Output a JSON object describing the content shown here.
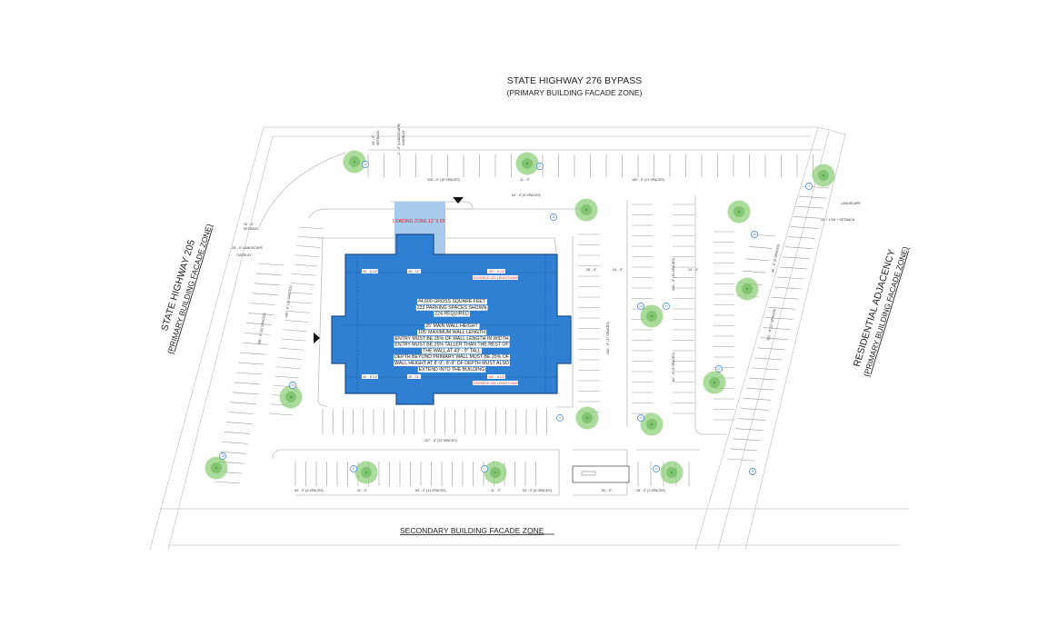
{
  "titles": {
    "top_main": "STATE HIGHWAY 276 BYPASS",
    "top_sub": "(PRIMARY BUILDING FACADE ZONE)",
    "left_main": "STATE HIGHWAY 205",
    "left_sub": "(PRIMARY BUILDING FACADE ZONE)",
    "right_main": "RESIDENTIAL ADJACENCY",
    "right_sub": "(PRIMARY BUILDING FACADE ZONE)",
    "bottom": "SECONDARY BUILDING FACADE ZONE"
  },
  "building": {
    "notes": [
      "44,600 GROSS SQUARE FEET",
      "233 PARKING SPACES SHOWN",
      "224 REQUIRED",
      "",
      "25' MAIN WALL HEIGHT",
      "105' MAXIMUM WALL LENGTH",
      "ENTRY MUST BE 25% OF WALL LENGTH IN WIDTH",
      "ENTRY MUST BE 25% TALLER THAN THE REST OF",
      "THE WALL AT 43' - 9\" TALL",
      "DEPTH BEYOND PRIMARY WALL MUST BE 25% OF",
      "WALL HEIGHT AT 8'-9\", 8'-9\" OF DEPTH MUST ALSO",
      "EXTEND INTO THE BUILDING"
    ],
    "top_length": "160' - 6 1/2\"",
    "bottom_length": "160' - 6 1/2\"",
    "exceeds_top": "EXCEEDS 105' LENGTH MAX",
    "exceeds_bottom": "EXCEEDS 105' LENGTH MAX",
    "seg_left_top": "40' - 6 1/2\"",
    "seg_mid_top": "26' - 11\"",
    "seg_left_bottom": "40' - 6 1/2\"",
    "seg_mid_bottom": "26' - 11\""
  },
  "loading_zone": "LOADING ZONE 12' X 65'",
  "dimensions": {
    "top_left": "130' - 0\" (15 SPACES)",
    "top_gap": "11' - 0\"",
    "top_right": "189' - 0\" (21 SPACES)",
    "top_setback": "15' - 0\"",
    "top_setback_lbl": "SETBACK",
    "top_landscape": "2' - 0\" (LANDSCAPE)",
    "top_overlay": "OVERLAY",
    "north_small": "54' - 0\" (6 SPACES)",
    "south_row": "207' - 0\" (23 SPACES)",
    "bottom_1": "54' - 0\" (6 SPACES)",
    "bottom_2": "11' - 0\"",
    "bottom_3": "99' - 0\" (11 SPACES)",
    "bottom_4": "11' - 0\"",
    "bottom_5": "54' - 0\" (6 SPACES)",
    "bottom_6": "51' - 0\"",
    "bottom_7": "18' - 0\" (2 SPACES)",
    "left_setback": "15' - 0\"",
    "left_setback_lbl": "SETBACK",
    "left_landscape": "25' - 0\" LANDSCAPE",
    "left_overlay": "OVERLAY",
    "left_row_outer": "198' - 0\" (22 SPACES)",
    "left_row_inner": "180' - 0\" (20 SPACES)",
    "mid_row": "153' - 0\" (17 SPACES)",
    "east_row_a": "135' - 0\" (15 SPACES)",
    "east_row_b": "81' - 0\" (9 SPACES)",
    "east_drive": "24' - 0\"",
    "east_drive2": "24' - 0\"",
    "mid_gap": "28' - 0\"",
    "right_small": "45' - 0\" (5 SPACES)",
    "right_row": "252' - 0\" (27 SPACES)",
    "right_setback": "20' + 1/3H + SETBACK",
    "right_landscape": "LANDSCAPE"
  },
  "tree_tags": [
    "10",
    "21",
    "1",
    "11",
    "20",
    "24",
    "17",
    "22",
    "9",
    "6",
    "14",
    "18",
    "8",
    "2",
    "12",
    "15"
  ]
}
